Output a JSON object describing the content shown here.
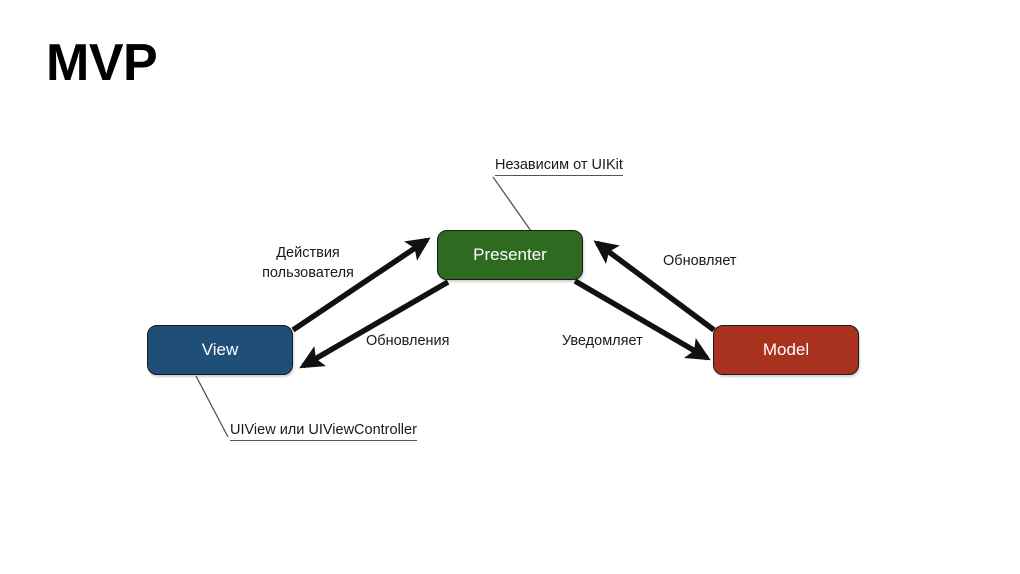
{
  "slide": {
    "title": "MVP",
    "background_color": "#ffffff"
  },
  "diagram": {
    "type": "architecture-pattern-diagram",
    "nodes": [
      {
        "id": "view",
        "label": "View",
        "color": "#1f4e79",
        "text_color": "#ffffff"
      },
      {
        "id": "presenter",
        "label": "Presenter",
        "color": "#2e6b21",
        "text_color": "#ffffff"
      },
      {
        "id": "model",
        "label": "Model",
        "color": "#a8321e",
        "text_color": "#ffffff"
      }
    ],
    "edges": [
      {
        "id": "view-to-presenter",
        "from": "view",
        "to": "presenter",
        "label": "Действия\nпользователя"
      },
      {
        "id": "presenter-to-view",
        "from": "presenter",
        "to": "view",
        "label": "Обновления"
      },
      {
        "id": "presenter-to-model",
        "from": "presenter",
        "to": "model",
        "label": "Уведомляет"
      },
      {
        "id": "model-to-presenter",
        "from": "model",
        "to": "presenter",
        "label": "Обновляет"
      }
    ],
    "labels": {
      "actions": "Действия\nпользователя",
      "updates": "Обновления",
      "notifies": "Уведомляет",
      "refreshes": "Обновляет"
    },
    "callouts": [
      {
        "id": "uikit-note",
        "target": "presenter",
        "text": "Независим от UIKit"
      },
      {
        "id": "uiview-note",
        "target": "view",
        "text": "UIView или UIViewController"
      }
    ]
  }
}
